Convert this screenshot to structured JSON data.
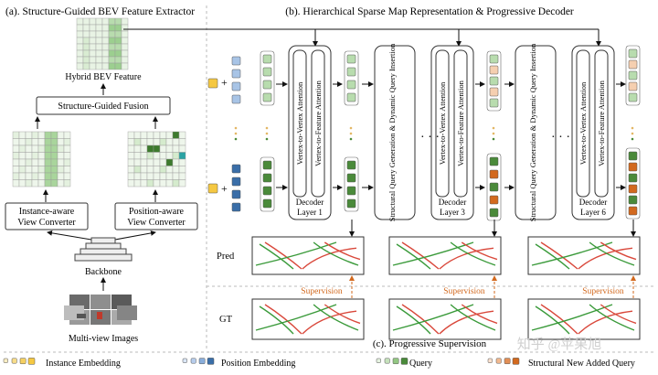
{
  "section_a": {
    "title": "(a). Structure-Guided BEV Feature Extractor",
    "hybrid_feature": "Hybrid BEV Feature",
    "fusion": "Structure-Guided Fusion",
    "instance_converter": [
      "Instance-aware",
      "View Converter"
    ],
    "position_converter": [
      "Position-aware",
      "View Converter"
    ],
    "backbone": "Backbone",
    "images": "Multi-view  Images"
  },
  "section_b": {
    "title": "(b). Hierarchical Sparse Map Representation & Progressive Decoder",
    "v2v": "Vertex-to-Vertex Attention",
    "v2f": "Vertex-to-Feature Attention",
    "sqg": "Structural Query Generation  &  Dynamic  Query Insertion",
    "decoders": [
      [
        "Decoder",
        "Layer 1"
      ],
      [
        "Decoder",
        "Layer 3"
      ],
      [
        "Decoder",
        "Layer 6"
      ]
    ],
    "ellipsis": "· · ·",
    "plus": "+"
  },
  "section_c": {
    "title": "(c). Progressive Supervision",
    "pred": "Pred",
    "gt": "GT",
    "supervision": "Supervision"
  },
  "legend": {
    "instance": "Instance Embedding",
    "position": "Position Embedding",
    "query": "Query",
    "new_query": "Structural New Added Query"
  },
  "watermark": "知乎 @苹果旭",
  "colors": {
    "green": "#4a8a3a",
    "light_green": "#b8dcae",
    "yellow": "#f5c842",
    "blue": "#3a6ea8",
    "orange": "#d2691e",
    "red": "#d9483b",
    "map_green": "#3a9a3a",
    "dashed": "#aaaaaa"
  }
}
